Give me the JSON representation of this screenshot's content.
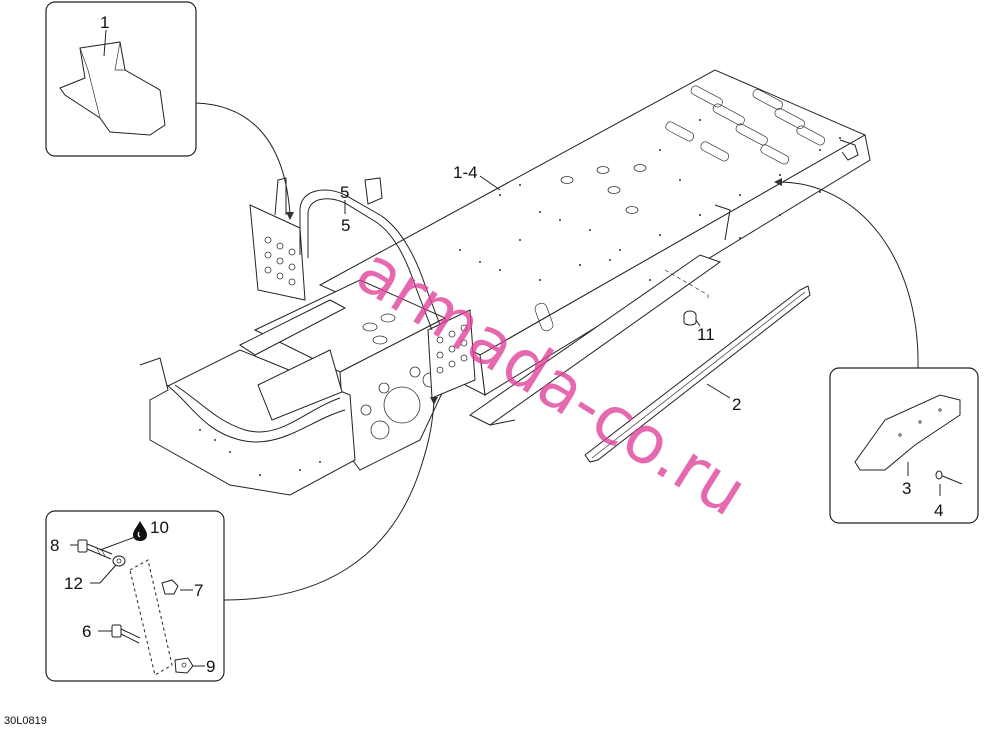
{
  "drawing_ref": "30L0819",
  "watermark": "armada-co.ru",
  "callouts": {
    "c1": "1",
    "c1_4": "1-4",
    "c2": "2",
    "c3": "3",
    "c4": "4",
    "c5a": "5",
    "c5b": "5",
    "c6": "6",
    "c7": "7",
    "c8": "8",
    "c9": "9",
    "c10": "10",
    "c11": "11",
    "c12": "12"
  },
  "icons": {
    "thread_locker": "drop-icon"
  },
  "colors": {
    "watermark": "#e0409a",
    "line": "#222222"
  }
}
